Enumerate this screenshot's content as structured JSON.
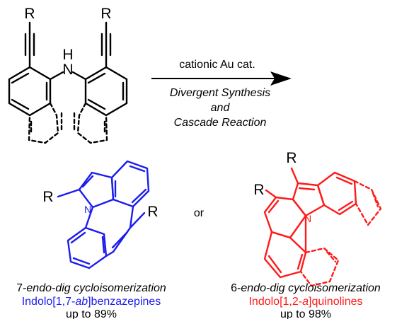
{
  "colors": {
    "reactant": "#000000",
    "product_left": "#1c1cf0",
    "product_right": "#ff1a1a"
  },
  "reactant": {
    "substituent_left": "R",
    "substituent_right": "R",
    "amine": "N",
    "amine_h": "H"
  },
  "arrow": {
    "reagent": "cationic Au cat.",
    "subtitle_line1": "Divergent Synthesis",
    "subtitle_line2": "and",
    "subtitle_line3": "Cascade Reaction"
  },
  "or_label": "or",
  "product_left": {
    "substituent_left": "R",
    "substituent_right": "R",
    "nitrogen": "N",
    "mode_num": "7-",
    "mode_text": "endo-dig cycloisomerization",
    "class_pre": "Indolo[1,7-",
    "class_it": "ab",
    "class_post": "]benzazepines",
    "yield": "up to 89%"
  },
  "product_right": {
    "substituent_top": "R",
    "substituent_left": "R",
    "nitrogen": "N",
    "mode_num": "6-",
    "mode_text": "endo-dig cycloisomerization",
    "class_pre": "Indolo[1,2-",
    "class_it": "a",
    "class_post": "]quinolines",
    "yield": "up to 98%"
  }
}
